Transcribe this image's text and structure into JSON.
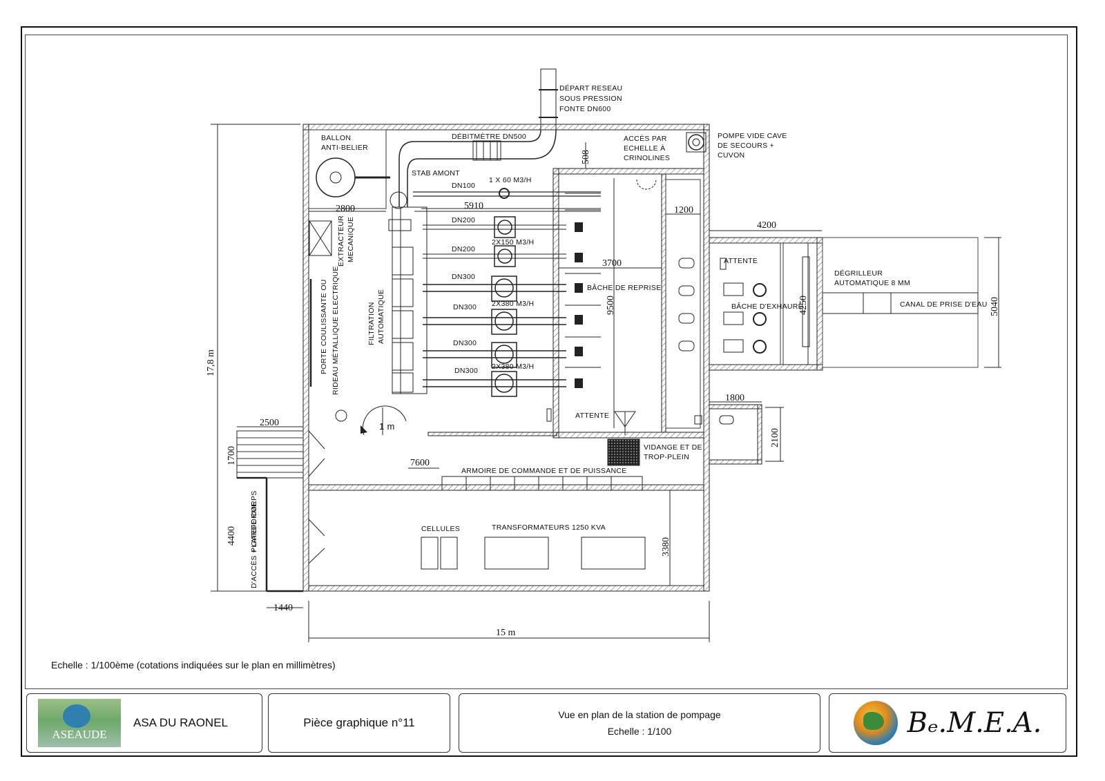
{
  "labels": {
    "depart": [
      "DÉPART RESEAU",
      "SOUS PRESSION",
      "FONTE DN600"
    ],
    "ballon": [
      "BALLON",
      "ANTI-BELIER"
    ],
    "debitmetre": "DÉBITMÈTRE DN500",
    "acces": [
      "ACCÈS PAR",
      "ECHELLE À",
      "CRINOLINES"
    ],
    "pompe_vide": [
      "POMPE VIDE CAVE",
      "DE SECOURS +",
      "CUVON"
    ],
    "stab": "STAB AMONT",
    "dn100": "DN100",
    "flow1": "1 X 60 M3/H",
    "dn200a": "DN200",
    "flow2": "2X150 M3/H",
    "dn200b": "DN200",
    "dn300a": "DN300",
    "flow3": "2X380 M3/H",
    "dn300b": "DN300",
    "dn300c": "DN300",
    "flow4": "2X380 M3/H",
    "dn300d": "DN300",
    "extracteur": [
      "EXTRACTEUR",
      "MECANIQUE"
    ],
    "porte": [
      "PORTE COULISSANTE OU",
      "RIDEAU MÉTALLIQUE ELECTRIQUE"
    ],
    "filtration": [
      "FILTRATION",
      "AUTOMATIQUE"
    ],
    "bache_reprise": "BÂCHE DE REPRISE",
    "attente1": "ATTENTE",
    "attente2": "ATTENTE",
    "degrilleur": [
      "DÉGRILLEUR",
      "AUTOMATIQUE 8 MM"
    ],
    "bache_exhaure": "BÂCHE D'EXHAURE",
    "canal": "CANAL DE PRISE D'EAU",
    "vidange": [
      "VIDANGE ET DE",
      "TROP-PLEIN"
    ],
    "armoire": "ARMOIRE DE COMMANDE ET DE PUISSANCE",
    "cellules": "CELLULES",
    "transfo": "TRANSFORMATEURS 1250 KVA",
    "plateforme": [
      "PLATEFORME",
      "D'ACCÈS + GARDE CORPS"
    ],
    "one_m": "1 m"
  },
  "dimensions": {
    "d508": "508",
    "d2800": "2800",
    "d5910": "5910",
    "d1200": "1200",
    "d4200": "4200",
    "d3700": "3700",
    "d9500": "9500",
    "d4250": "4250",
    "d5040": "5040",
    "d1800": "1800",
    "d2100": "2100",
    "d2500": "2500",
    "d1700": "1700",
    "d7600": "7600",
    "d4400": "4400",
    "d3380": "3380",
    "d1440": "1440",
    "d15m": "15 m",
    "d178m": "17,8 m"
  },
  "scale_note": "Echelle : 1/100ème (cotations indiquées sur le plan en millimètres)",
  "title_block": {
    "logo_text": "ASEAUDE",
    "client": "ASA DU RAONEL",
    "piece": "Pièce graphique n°11",
    "view_title": "Vue en plan de la station de pompage",
    "view_scale": "Echelle : 1/100",
    "company": "Bₑ.M.E.A."
  }
}
